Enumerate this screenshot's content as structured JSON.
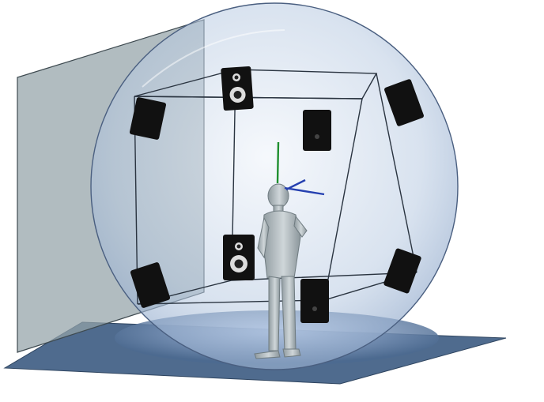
{
  "diagram": {
    "speakers": [
      {
        "id": "top-front-center",
        "facing": "front"
      },
      {
        "id": "top-left",
        "facing": "angled"
      },
      {
        "id": "top-right",
        "facing": "angled"
      },
      {
        "id": "top-back",
        "facing": "back"
      },
      {
        "id": "bottom-front-center",
        "facing": "front"
      },
      {
        "id": "bottom-left",
        "facing": "angled"
      },
      {
        "id": "bottom-right",
        "facing": "angled"
      },
      {
        "id": "bottom-back",
        "facing": "back"
      }
    ],
    "elements": [
      "floor-plane",
      "wall-panel",
      "transparent-sphere",
      "speaker-cube-frame",
      "listener",
      "head-axes"
    ],
    "colors": {
      "sphere": "#a9bdd8",
      "floor": "#4e6a8c",
      "wall": "#8c9aa0",
      "speaker": "#111111",
      "listener": "#a9b3b7",
      "axis_up": "#1f8f2f",
      "axis_forward": "#2540b0"
    }
  }
}
